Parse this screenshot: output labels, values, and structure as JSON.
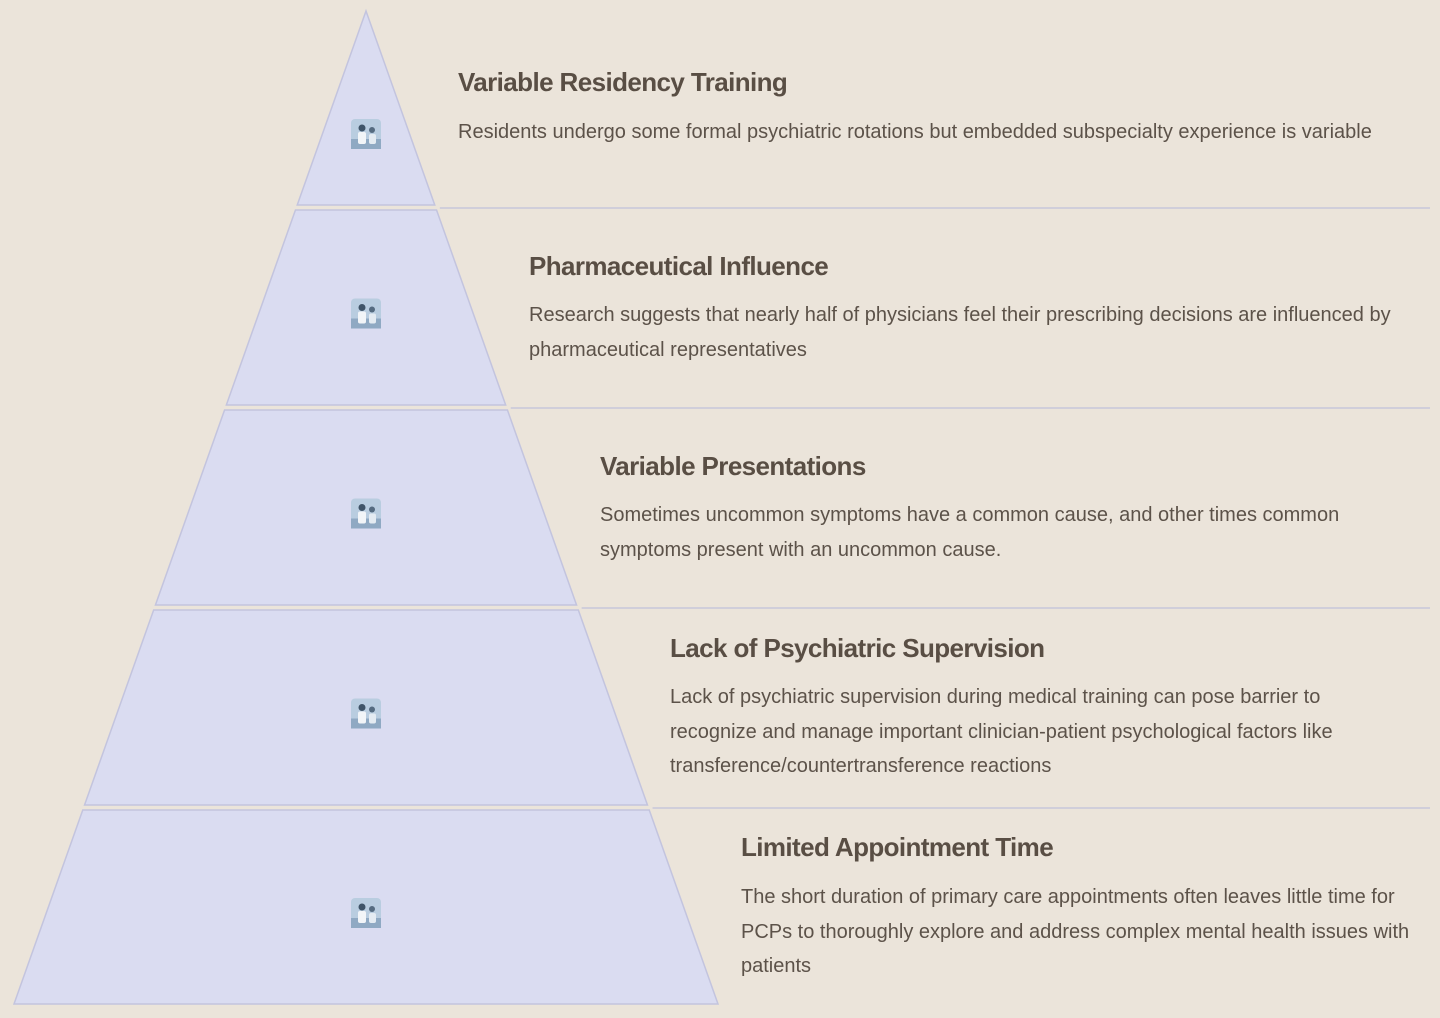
{
  "colors": {
    "background": "#ebe4da",
    "tier_fill": "#dadcf1",
    "tier_stroke": "#c3c4de",
    "divider": "#c8c6d9",
    "title_text": "#594e44",
    "body_text": "#5c5249"
  },
  "levels": [
    {
      "title": "Variable Residency Training",
      "description": "Residents undergo some formal psychiatric rotations but embedded subspecialty experience is variable",
      "icon": "doctor-at-computer-photo-icon"
    },
    {
      "title": "Pharmaceutical Influence",
      "description": "Research suggests that nearly half of physicians feel their prescribing decisions are influenced by pharmaceutical representatives",
      "icon": "physician-consultation-photo-icon"
    },
    {
      "title": "Variable Presentations",
      "description": "Sometimes uncommon symptoms have a common cause, and other times common symptoms present with an uncommon cause.",
      "icon": "clinicians-discussion-photo-icon"
    },
    {
      "title": "Lack of Psychiatric Supervision",
      "description": "Lack of psychiatric supervision during medical training can pose barrier to recognize and manage important clinician-patient psychological factors like transference/countertransference reactions",
      "icon": "supervision-photo-icon"
    },
    {
      "title": "Limited Appointment Time",
      "description": "The short duration of primary care appointments often leaves little time for PCPs to thoroughly explore and address complex mental health issues with patients",
      "icon": "appointment-photo-icon"
    }
  ]
}
